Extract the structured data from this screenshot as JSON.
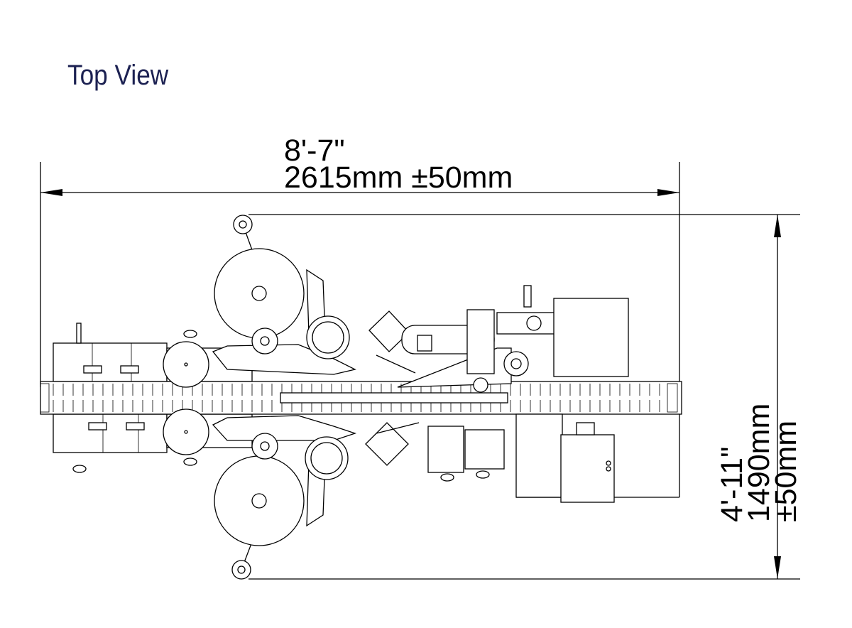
{
  "title": "Top View",
  "dimensions": {
    "length_imperial": "8'-7\"",
    "length_metric": "2615mm ±50mm",
    "width_imperial": "4'-11\"",
    "width_metric": "1490mm ±50mm"
  },
  "colors": {
    "title": "#1c2152",
    "line": "#000000"
  }
}
